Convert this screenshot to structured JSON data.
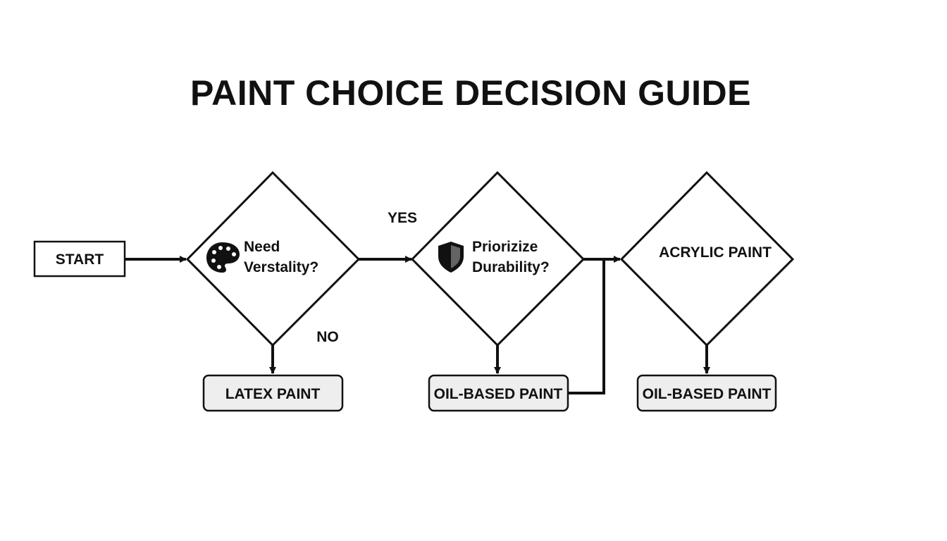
{
  "title": "PAINT CHOICE DECISION GUIDE",
  "nodes": {
    "start": "START",
    "versatility": {
      "line1": "Need",
      "line2": "Verstality?",
      "icon": "palette-icon"
    },
    "durability": {
      "line1": "Priorizize",
      "line2": "Durability?",
      "icon": "shield-icon"
    },
    "acrylic": "ACRYLIC PAINT",
    "latex": "LATEX PAINT",
    "oil_based_1": "OIL-BASED PAINT",
    "oil_based_2": "OIL-BASED PAINT"
  },
  "edge_labels": {
    "yes": "YES",
    "no": "NO"
  },
  "colors": {
    "stroke": "#111111",
    "box_fill": "#eeeeee",
    "background": "#ffffff"
  }
}
